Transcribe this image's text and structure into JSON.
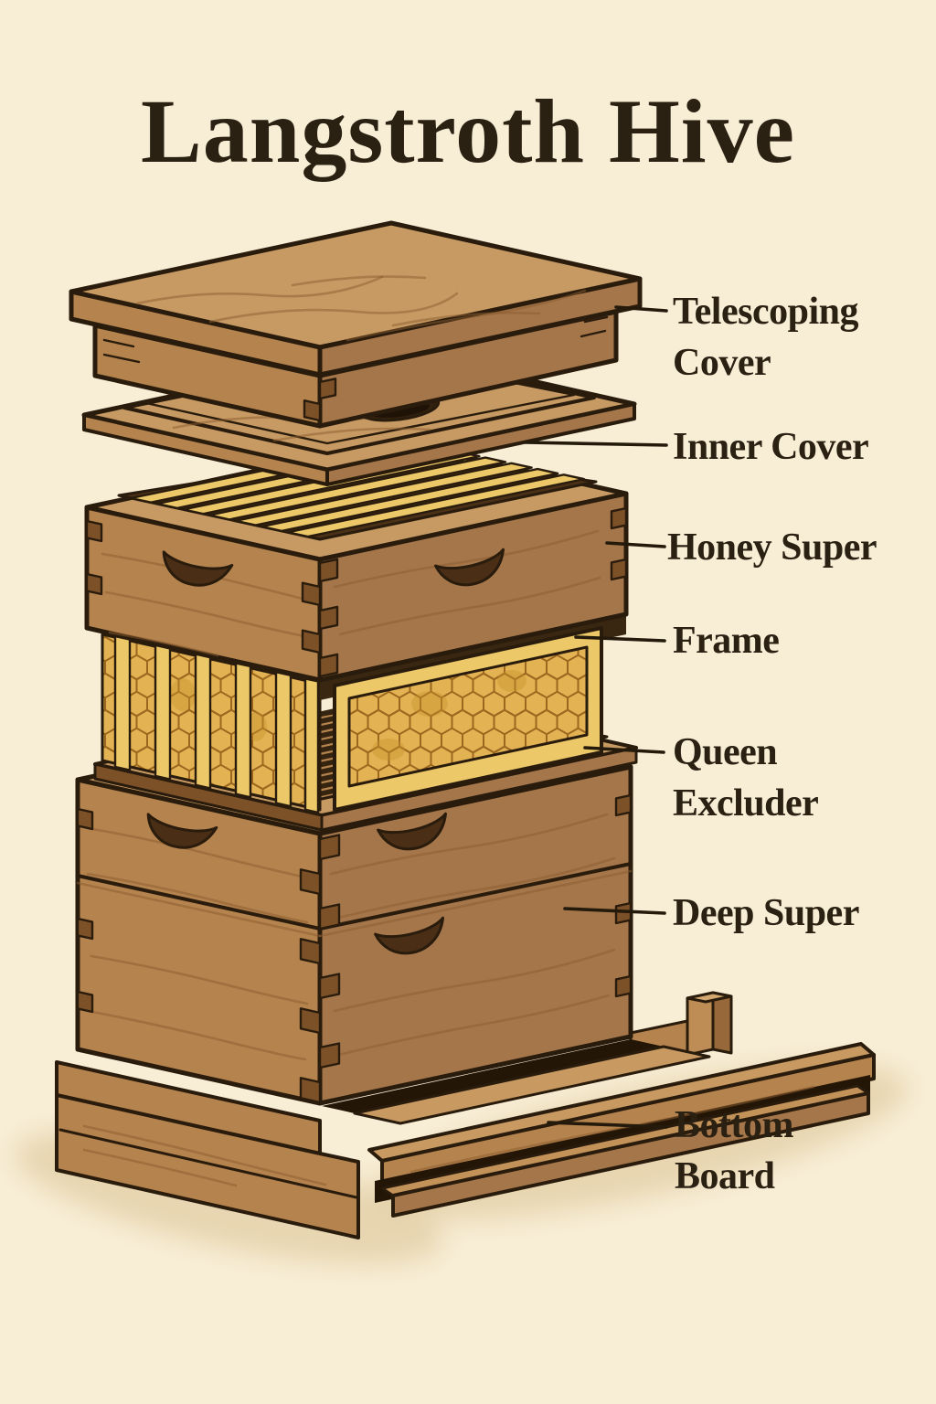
{
  "title": "Langstroth Hive",
  "parts": [
    {
      "name": "Telescoping Cover",
      "label": "Telescoping\nCover"
    },
    {
      "name": "Inner Cover",
      "label": "Inner Cover"
    },
    {
      "name": "Honey Super",
      "label": "Honey Super"
    },
    {
      "name": "Frame",
      "label": "Frame"
    },
    {
      "name": "Queen Excluder",
      "label": "Queen\nExcluder"
    },
    {
      "name": "Deep Super",
      "label": "Deep Super"
    },
    {
      "name": "Bottom Board",
      "label": "Bottom\nBoard"
    }
  ],
  "palette": {
    "background": "#f8eed6",
    "ink": "#2a1c0d",
    "text": "#2b2113",
    "wood_light": "#c79a63",
    "wood_mid": "#b5834d",
    "wood_dark": "#a5764a",
    "honeycomb": "#e3b253",
    "honeycomb_line": "#9c671f",
    "frame_wood": "#ecc868",
    "shadow": "#e3d0a8"
  }
}
